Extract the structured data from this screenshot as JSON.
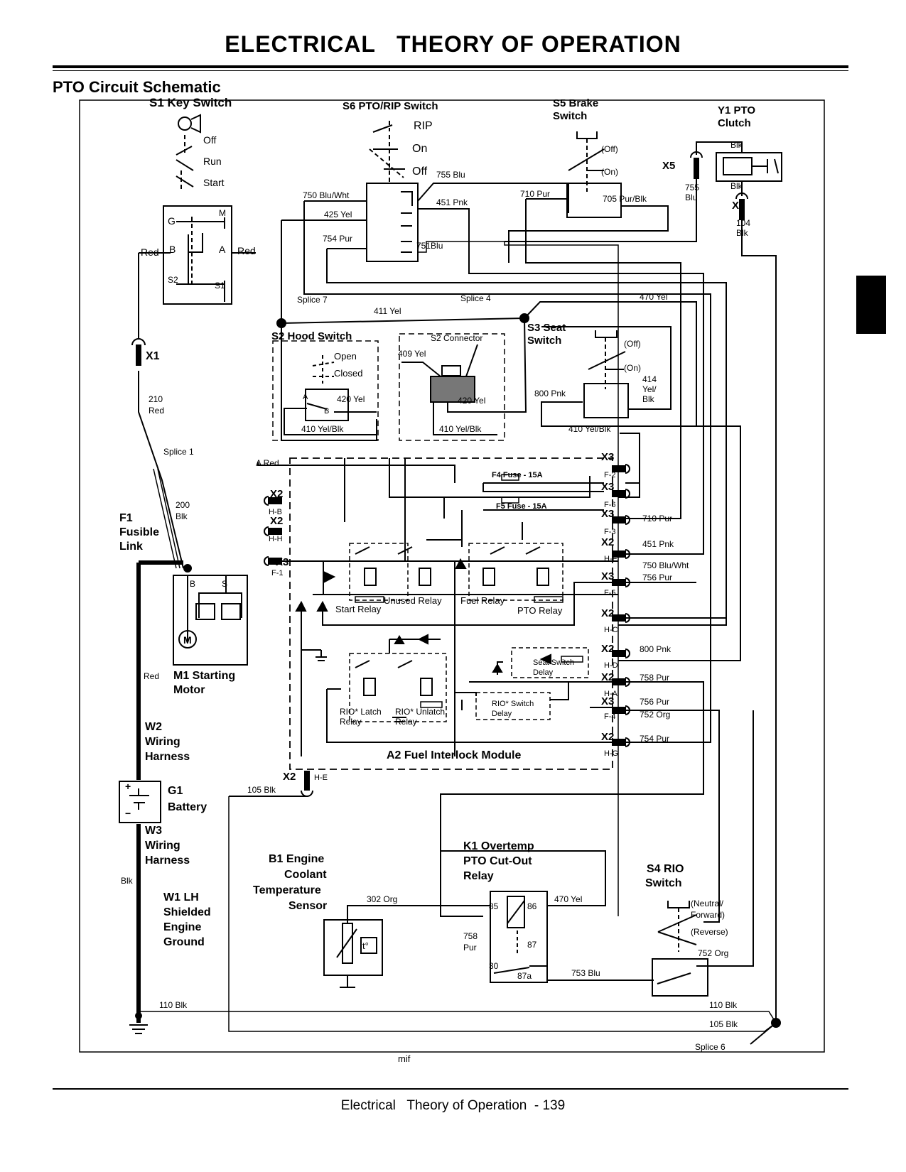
{
  "header": {
    "title": "ELECTRICAL   THEORY OF OPERATION",
    "subtitle": "PTO Circuit Schematic"
  },
  "footer": {
    "text": "Electrical   Theory of Operation  - 139"
  },
  "labels": {
    "s1": "S1 Key Switch",
    "off": "Off",
    "run": "Run",
    "start": "Start",
    "g": "G",
    "m": "M",
    "b": "B",
    "a": "A",
    "s2": "S2",
    "s1t": "S1",
    "red_l": "Red",
    "red_r": "Red",
    "x1": "X1",
    "w210": "210",
    "red210": "Red",
    "splice1": "Splice 1",
    "w200": "200",
    "blk200": "Blk",
    "f1a": "F1",
    "f1b": "Fusible",
    "f1c": "Link",
    "mb": "B",
    "ms": "S",
    "m1a": "M1 Starting",
    "m1b": "Motor",
    "redm": "Red",
    "w2a": "W2",
    "w2b": "Wiring",
    "w2c": "Harness",
    "g1a": "G1",
    "g1b": "Battery",
    "plus": "+",
    "minus": "−",
    "w3a": "W3",
    "w3b": "Wiring",
    "w3c": "Harness",
    "blk_l": "Blk",
    "w1a": "W1 LH",
    "w1b": "Shielded",
    "w1c": "Engine",
    "w1d": "Ground",
    "w110a": "110 Blk",
    "w110b": "110 Blk",
    "w105": "105 Blk",
    "w105b": "105 Blk",
    "splice6": "Splice 6",
    "mif": "mif",
    "s6": "S6 PTO/RIP Switch",
    "rip": "RIP",
    "on": "On",
    "off6": "Off",
    "w755blu": "755 Blu",
    "w750": "750 Blu/Wht",
    "w451": "451 Pnk",
    "w425": "425 Yel",
    "w754": "754 Pur",
    "w751": "751Blu",
    "s5a": "S5 Brake",
    "s5b": "Switch",
    "off5": "(Off)",
    "on5": "(On)",
    "w710": "710 Pur",
    "w705": "705 Pur/Blk",
    "y1a": "Y1 PTO",
    "y1b": "Clutch",
    "blk1": "Blk",
    "blk2": "Blk",
    "x5a": "X5",
    "x5b": "X5",
    "w755": "755",
    "blu": "Blu",
    "w104": "104",
    "blk104": "Blk",
    "splice7": "Splice 7",
    "splice4": "Splice 4",
    "w411": "411 Yel",
    "w470": "470 Yel",
    "s2h": "S2 Hood Switch",
    "open": "Open",
    "closed": "Closed",
    "ha": "A",
    "hb": "B",
    "w420a": "420 Yel",
    "w410a": "410 Yel/Blk",
    "s2c": "S2 Connector",
    "w409": "409 Yel",
    "w420b": "420 Yel",
    "w410b": "410 Yel/Blk",
    "s3a": "S3 Seat",
    "s3b": "Switch",
    "off3": "(Off)",
    "on3": "(On)",
    "w414a": "414",
    "w414b": "Yel/",
    "w414c": "Blk",
    "w800": "800 Pnk",
    "w410c": "410 Yel/Blk",
    "ared": "A Red",
    "x3": "X3",
    "f2": "F-2",
    "f6": "F-6",
    "f3": "F-3",
    "f5": "F-5",
    "f4": "F-4",
    "f1p": "F-1",
    "x2": "X2",
    "hb2": "H-B",
    "hh": "H-H",
    "hf": "H-F",
    "hc": "H-C",
    "hd": "H-D",
    "ha2": "H-A",
    "hg": "H-G",
    "he": "H-E",
    "fuse4": "F4 Fuse - 15A",
    "fuse5": "F5 Fuse - 15A",
    "w710b": "710 Pur",
    "w451b": "451 Pnk",
    "w750b": "750 Blu/Wht",
    "w756a": "756 Pur",
    "w800b": "800 Pnk",
    "w758a": "758 Pur",
    "w756b": "756 Pur",
    "w752a": "752 Org",
    "w754b": "754 Pur",
    "startr": "Start Relay",
    "unused": "Unused Relay",
    "fuelr": "Fuel Relay",
    "ptor": "PTO Relay",
    "seatd1": "Seat Switch",
    "seatd2": "Delay",
    "ripd1": "RIO* Switch",
    "ripd2": "Delay",
    "riol1": "RIO* Latch",
    "riol2": "Relay",
    "riou1": "RIO* Unlatch",
    "riou2": "Relay",
    "a2": "A2 Fuel Interlock Module",
    "b1a": "B1 Engine",
    "b1b": "Coolant",
    "b1c": "Temperature",
    "b1d": "Sensor",
    "w302": "302 Org",
    "t0": "t°",
    "k1a": "K1 Overtemp",
    "k1b": "PTO Cut-Out",
    "k1c": "Relay",
    "p85": "85",
    "p86": "86",
    "p87": "87",
    "p30": "30",
    "p87a": "87a",
    "w758b": "758",
    "purk": "Pur",
    "w470b": "470 Yel",
    "w753": "753 Blu",
    "s4a": "S4 RIO",
    "s4b": "Switch",
    "neut1": "(Neutral/",
    "neut2": "Forward)",
    "rev": "(Reverse)",
    "w752b": "752 Org"
  }
}
